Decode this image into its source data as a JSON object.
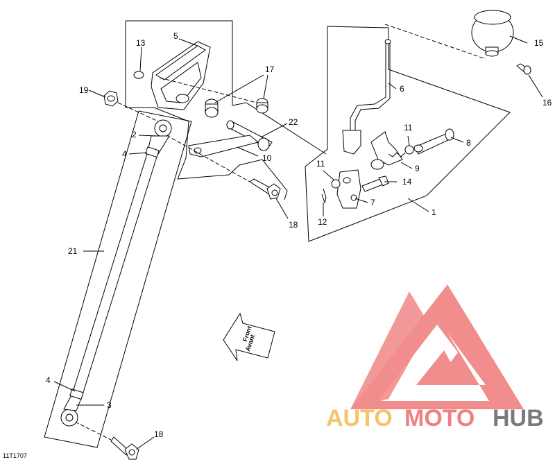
{
  "drawing_id": "11T1707",
  "front_arrow": {
    "line1": "Front",
    "line2": "Avant"
  },
  "watermark": {
    "word_auto": "AUTO",
    "word_moto": "MOTO",
    "word_hub": "HUB",
    "colors": {
      "auto": "#f4c36a",
      "moto": "#f08080",
      "hub": "#7a7a7a",
      "logo": "#f07a7a"
    }
  },
  "callouts": {
    "c1": "1",
    "c2": "2",
    "c3": "3",
    "c4a": "4",
    "c4b": "4",
    "c5": "5",
    "c6": "6",
    "c7": "7",
    "c8": "8",
    "c9": "9",
    "c10": "10",
    "c11a": "11",
    "c11b": "11",
    "c12": "12",
    "c13": "13",
    "c14": "14",
    "c15": "15",
    "c16": "16",
    "c17": "17",
    "c18a": "18",
    "c18b": "18",
    "c19": "19",
    "c21": "21",
    "c22": "22"
  }
}
